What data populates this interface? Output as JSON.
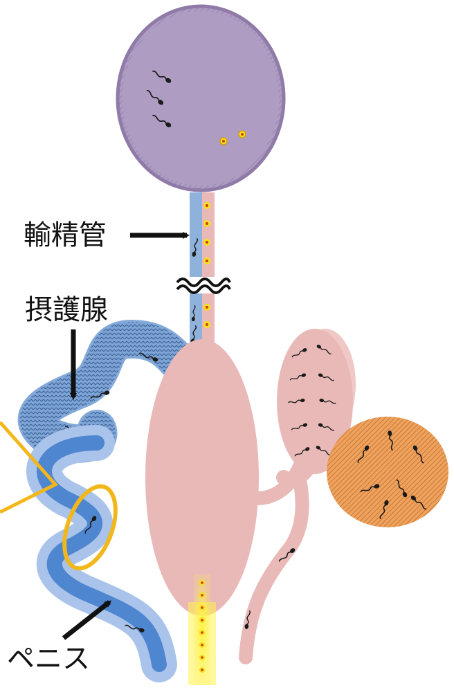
{
  "labels": {
    "vas_deferens": "輸精管",
    "accessory_gland": "摂護腺",
    "penis": "ペニス"
  },
  "icons": {
    "break": "wavy-break-icon",
    "arrow": "arrow-icon",
    "sperm": "sperm-icon"
  },
  "colors": {
    "gland_purple": "#ae9cc2",
    "duct_blue": "#8fb2dd",
    "duct_pink": "#e8b9b7",
    "accessory_blue": "#7ea5d8",
    "penis_blue": "#4f86d0",
    "orange_organ": "#f0a15b",
    "highlight_yellow": "#f2b71a",
    "sperm_black": "#1a1a1a"
  }
}
